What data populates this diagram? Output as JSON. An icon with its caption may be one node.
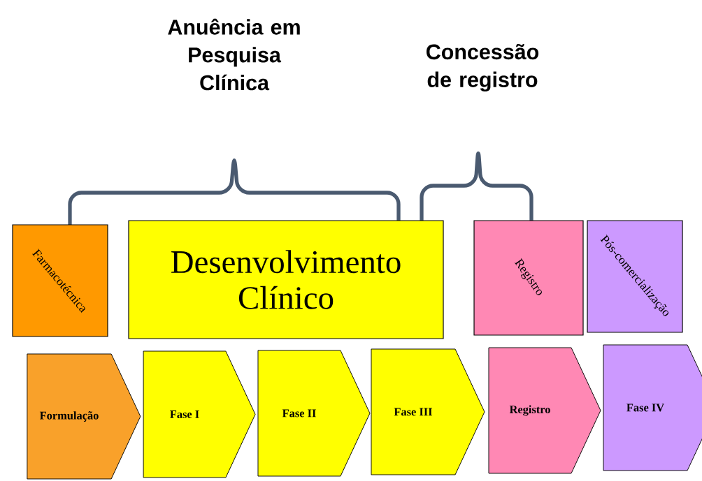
{
  "diagram": {
    "nodes": [
      {
        "text": [
          "Farmacotécnica"
        ]
      },
      {
        "text": [
          "Desenvolvimento Clínico"
        ]
      },
      {
        "text": [
          "Registro"
        ]
      },
      {
        "text": [
          "Pós-comercialização"
        ]
      },
      {
        "text": [
          "Formulação"
        ]
      },
      {
        "text": [
          "Fase I"
        ]
      },
      {
        "text": [
          "Fase II"
        ]
      },
      {
        "text": [
          "Fase III"
        ]
      },
      {
        "text": [
          "Registro"
        ]
      },
      {
        "text": [
          "Fase IV"
        ]
      }
    ],
    "labels": [
      "Anuência em Pesquisa Clínica",
      "Concessão de registro"
    ]
  }
}
